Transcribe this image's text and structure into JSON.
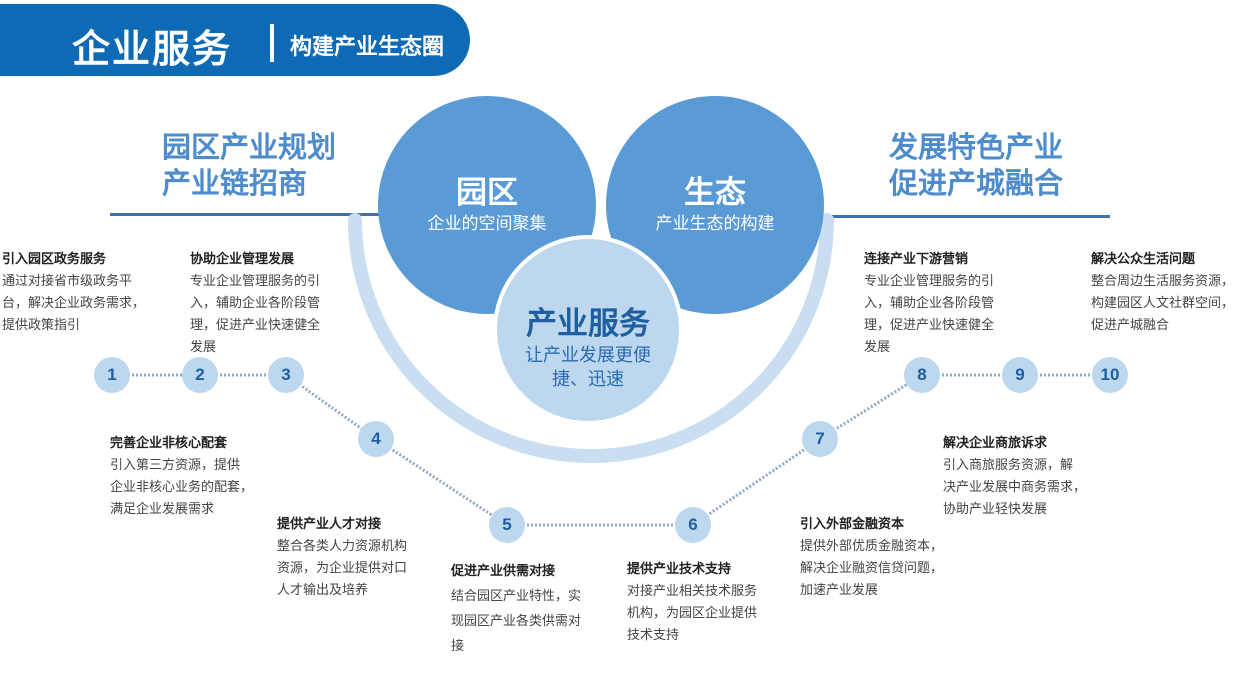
{
  "header": {
    "title": "企业服务",
    "subtitle": "构建产业生态圈"
  },
  "left_heading": {
    "line1": "园区产业规划",
    "line2": "产业链招商"
  },
  "right_heading": {
    "line1": "发展特色产业",
    "line2": "促进产城融合"
  },
  "circles": {
    "park": {
      "title": "园区",
      "subtitle": "企业的空间聚集"
    },
    "ecology": {
      "title": "生态",
      "subtitle": "产业生态的构建"
    },
    "service": {
      "title": "产业服务",
      "subtitle_line1": "让产业发展更便",
      "subtitle_line2": "捷、迅速"
    }
  },
  "steps": [
    {
      "number": "1",
      "title": "引入园区政务服务",
      "text": "通过对接省市级政务平\n台，解决企业政务需求，\n提供政策指引"
    },
    {
      "number": "2",
      "title": "协助企业管理发展",
      "text": "专业企业管理服务的引\n入，辅助企业各阶段管\n理，促进产业快速健全\n发展"
    },
    {
      "number": "3",
      "title": "完善企业非核心配套",
      "text": "引入第三方资源，提供\n企业非核心业务的配套，\n满足企业发展需求"
    },
    {
      "number": "4",
      "title": "提供产业人才对接",
      "text": "整合各类人力资源机构\n资源，为企业提供对口\n人才输出及培养"
    },
    {
      "number": "5",
      "title": "促进产业供需对接",
      "text": "结合园区产业特性，实\n现园区产业各类供需对\n接"
    },
    {
      "number": "6",
      "title": "提供产业技术支持",
      "text": "对接产业相关技术服务\n机构，为园区企业提供\n技术支持"
    },
    {
      "number": "7",
      "title": "引入外部金融资本",
      "text": "提供外部优质金融资本，\n解决企业融资信贷问题，\n加速产业发展"
    },
    {
      "number": "8",
      "title": "连接产业下游营销",
      "text": "专业企业管理服务的引\n入，辅助企业各阶段管\n理，促进产业快速健全\n发展"
    },
    {
      "number": "9",
      "title": "解决企业商旅诉求",
      "text": "引入商旅服务资源，解\n决产业发展中商务需求，\n协助产业轻快发展"
    },
    {
      "number": "10",
      "title": "解决公众生活问题",
      "text": "整合周边生活服务资源，\n构建园区人文社群空间，\n促进产城融合"
    }
  ],
  "colors": {
    "header": "#0f6ab6",
    "heading_text": "#4f8ccc",
    "circle_dark": "#5b9bd5",
    "circle_light": "#bdd7ee",
    "node_fill": "#bdd7ee",
    "node_text": "#1f5fa0",
    "arc": "#c9def1"
  }
}
